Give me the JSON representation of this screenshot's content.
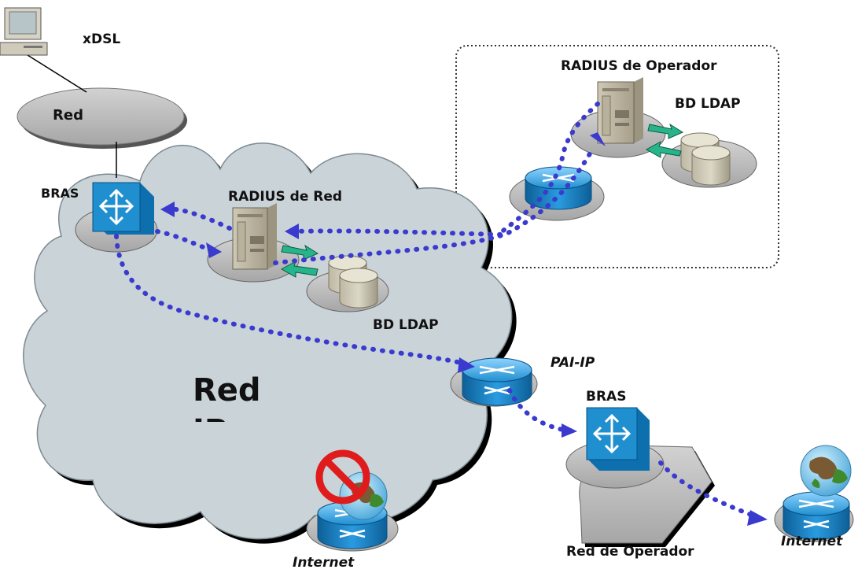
{
  "labels": {
    "xdsl": "xDSL",
    "red_access": "Red",
    "bras_left": "BRAS",
    "radius_red": "RADIUS de Red",
    "radius_operador": "RADIUS de Operador",
    "bd_ldap_operador": "BD LDAP",
    "bd_ldap_red": "BD LDAP",
    "pai_ip": "PAI-IP",
    "bras_operador": "BRAS",
    "red_ip": "Red IP",
    "red_operador": "Red de Operador",
    "internet_blocked": "Internet",
    "internet_right": "Internet"
  },
  "colors": {
    "cloud_fill": "#c9d3d8",
    "platform_fill": "#b9b9b9",
    "router_blue": "#1f8fd0",
    "flow_dots": "#3a3acf",
    "ldap_arrows": "#26b58a",
    "blocked_red": "#e01b1b"
  },
  "icons": {
    "pc": "pc-icon",
    "bras": "switch-icon",
    "router": "router-icon",
    "server": "server-icon",
    "database": "database-icon",
    "globe": "globe-icon",
    "blocked": "prohibited-icon"
  }
}
